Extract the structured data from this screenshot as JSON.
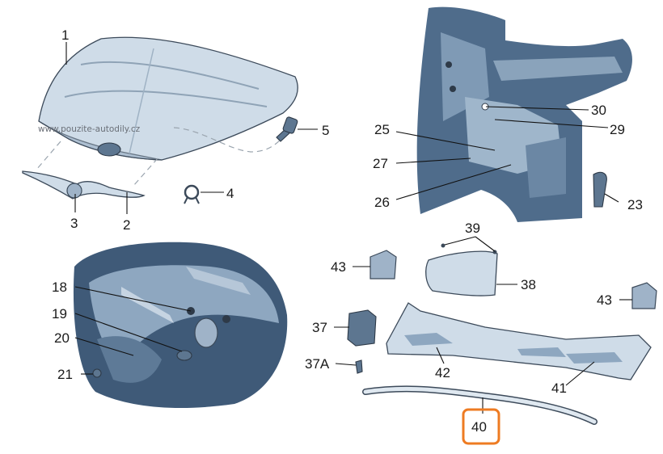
{
  "watermark": "www.pouzite-autodily.cz",
  "callouts": {
    "c1": "1",
    "c2": "2",
    "c3": "3",
    "c4": "4",
    "c5": "5",
    "c18": "18",
    "c19": "19",
    "c20": "20",
    "c21": "21",
    "c23": "23",
    "c25": "25",
    "c26": "26",
    "c27": "27",
    "c29": "29",
    "c30": "30",
    "c37": "37",
    "c37a": "37A",
    "c38": "38",
    "c39": "39",
    "c40": "40",
    "c41": "41",
    "c42": "42",
    "c43a": "43",
    "c43b": "43"
  },
  "highlighted_callout": "40",
  "colors": {
    "highlight": "#ee7b22",
    "part_fill": "#cfdce8",
    "part_shade": "#5d7690"
  }
}
